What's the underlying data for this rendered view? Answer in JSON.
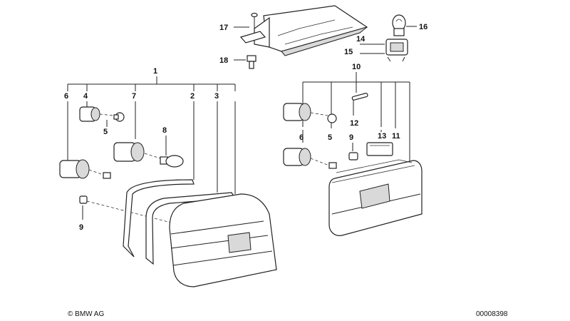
{
  "callouts": {
    "n1": "1",
    "n2": "2",
    "n3": "3",
    "n4": "4",
    "n5a": "5",
    "n5b": "5",
    "n6a": "6",
    "n6b": "6",
    "n7": "7",
    "n8": "8",
    "n9a": "9",
    "n9b": "9",
    "n10": "10",
    "n11": "11",
    "n12": "12",
    "n13": "13",
    "n14": "14",
    "n15": "15",
    "n16": "16",
    "n17": "17",
    "n18": "18"
  },
  "footer": {
    "copyright": "© BMW AG",
    "code": "00008398"
  }
}
